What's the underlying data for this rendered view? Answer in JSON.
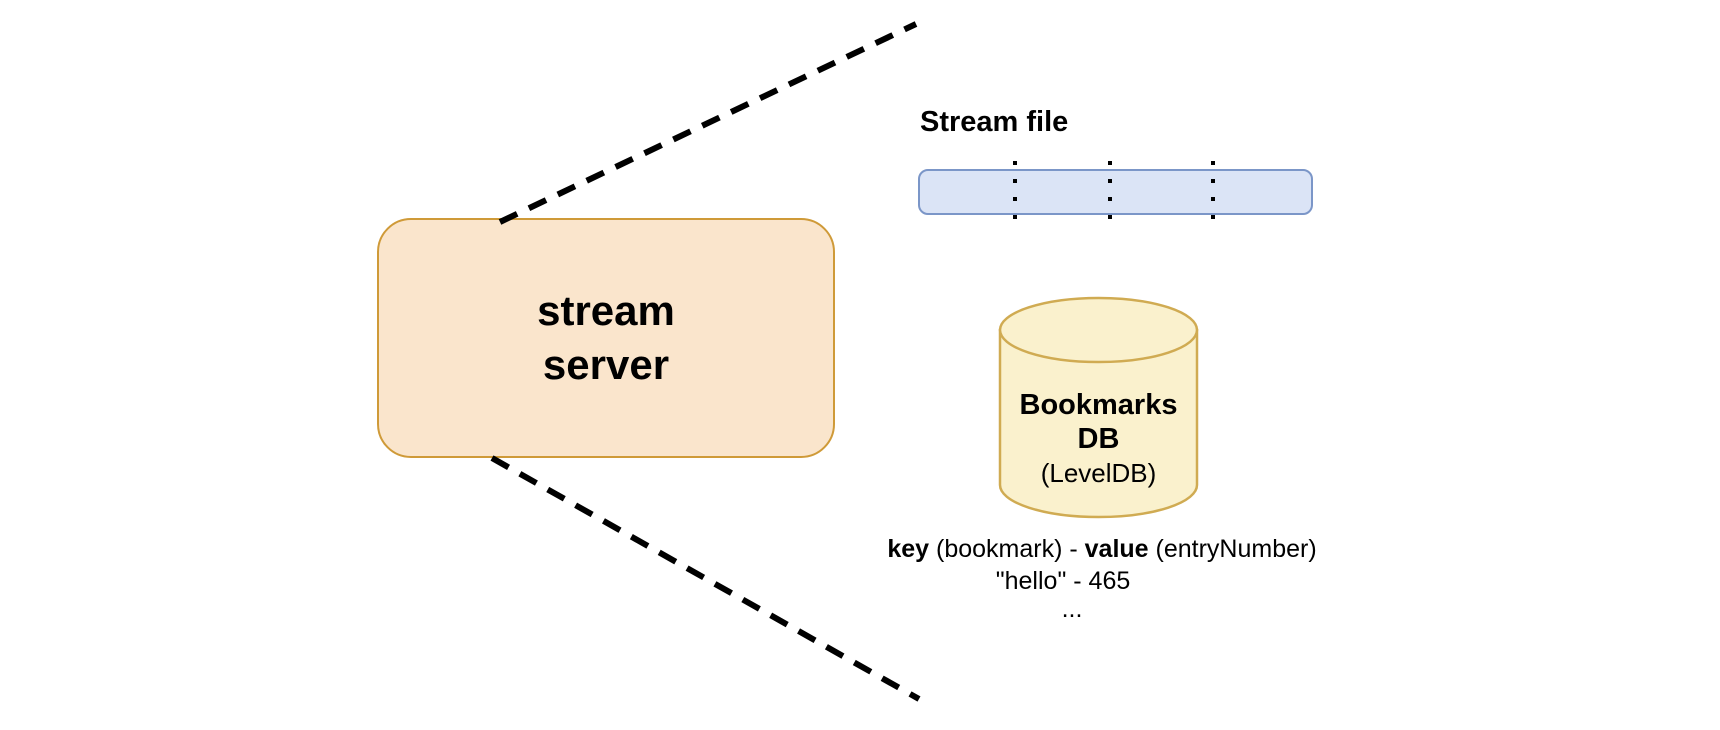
{
  "colors": {
    "background": "#ffffff",
    "text": "#000000",
    "connector": "#000000",
    "server_fill": "#fae5cc",
    "server_stroke": "#cf9a38",
    "file_fill": "#dbe4f6",
    "file_stroke": "#7b96c8",
    "file_divider": "#000000",
    "db_fill": "#faf1cd",
    "db_stroke": "#d0ab52"
  },
  "server": {
    "name_line1": "stream",
    "name_line2": "server"
  },
  "stream_file": {
    "title": "Stream file"
  },
  "bookmarks_db": {
    "name_line1": "Bookmarks",
    "name_line2": "DB",
    "subtitle": "(LevelDB)"
  },
  "kv_note": {
    "key_label": "key",
    "key_desc": " (bookmark) - ",
    "value_label": "value",
    "value_desc": " (entryNumber)",
    "example": "\"hello\" - 465",
    "ellipsis": "..."
  }
}
